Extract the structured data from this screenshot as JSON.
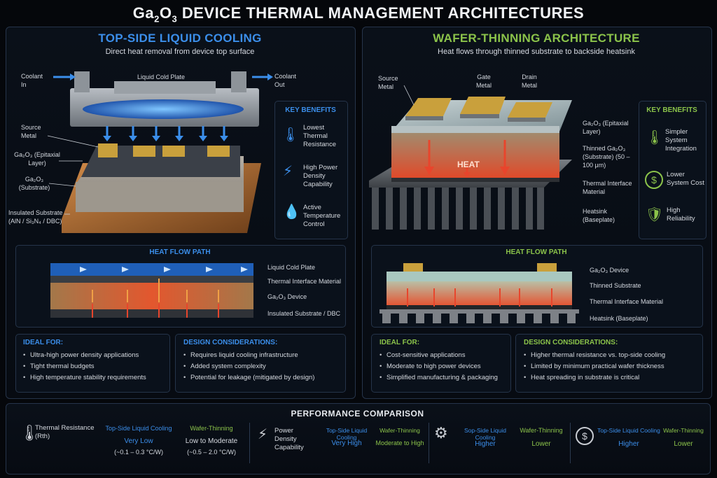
{
  "title_main": "Ga",
  "title_sub2": "2",
  "title_mid": "O",
  "title_sub3": "3",
  "title_rest": " DEVICE THERMAL MANAGEMENT ARCHITECTURES",
  "left": {
    "title": "TOP-SIDE LIQUID COOLING",
    "subtitle": "Direct heat removal from device top surface",
    "labels": {
      "coolant_in": "Coolant In",
      "liquid_cold_plate": "Liquid Cold Plate",
      "coolant_out": "Coolant Out",
      "source_metal": "Source Metal",
      "ga2o3_epi": "Ga₂O₃ (Epitaxial Layer)",
      "ga2o3_sub": "Ga₂O₃ (Substrate)",
      "insulated_substrate": "Insulated Substrate (AlN / Si₃N₄ / DBC)"
    },
    "benefits_title": "KEY BENEFITS",
    "benefits": [
      "Lowest Thermal Resistance",
      "High Power Density Capability",
      "Active Temperature Control"
    ],
    "heat_flow_title": "HEAT FLOW PATH",
    "heat_flow_labels": [
      "Liquid Cold Plate",
      "Thermal Interface Material",
      "Ga₂O₃ Device",
      "Insulated Substrate / DBC"
    ],
    "ideal_title": "IDEAL FOR:",
    "ideal": [
      "Ultra-high power density applications",
      "Tight thermal budgets",
      "High temperature stability requirements"
    ],
    "design_title": "DESIGN CONSIDERATIONS:",
    "design": [
      "Requires liquid cooling infrastructure",
      "Added system complexity",
      "Potential for leakage (mitigated by design)"
    ]
  },
  "right": {
    "title": "WAFER-THINNING ARCHITECTURE",
    "subtitle": "Heat flows through thinned substrate to backside heatsink",
    "labels": {
      "source_metal": "Source Metal",
      "gate_metal": "Gate Metal",
      "drain_metal": "Drain Metal",
      "ga2o3_epi": "Ga₂O₃ (Epitaxial Layer)",
      "thinned_sub": "Thinned Ga₂O₃ (Substrate) (50 – 100 μm)",
      "heat": "HEAT",
      "tim": "Thermal Interface Material",
      "heatsink": "Heatsink (Baseplate)"
    },
    "benefits_title": "KEY BENEFITS",
    "benefits": [
      "Simpler System Integration",
      "Lower System Cost",
      "High Reliability"
    ],
    "heat_flow_title": "HEAT FLOW PATH",
    "heat_flow_labels": [
      "Ga₂O₃ Device",
      "Thinned Substrate",
      "Thermal Interface Material",
      "Heatsink (Baseplate)"
    ],
    "ideal_title": "IDEAL FOR:",
    "ideal": [
      "Cost-sensitive applications",
      "Moderate to high power devices",
      "Simplified manufacturing & packaging"
    ],
    "design_title": "DESIGN CONSIDERATIONS:",
    "design": [
      "Higher thermal resistance vs. top-side cooling",
      "Limited by minimum practical wafer thickness",
      "Heat spreading in substrate is critical"
    ]
  },
  "comparison": {
    "title": "PERFORMANCE COMPARISON",
    "groups": [
      {
        "metric": "Thermal Resistance (Rth)",
        "a_label": "Top-Side Liquid Cooling",
        "a_value": "Very Low",
        "a_extra": "(~0.1 – 0.3 °C/W)",
        "b_label": "Wafer-Thinning",
        "b_value": "Low to Moderate",
        "b_extra": "(~0.5 – 2.0 °C/W)"
      },
      {
        "metric": "Power Density Capability",
        "a_label": "Top-Side Liquid Cooling",
        "a_value": "Very High",
        "b_label": "Wafer-Thinning",
        "b_value": "Moderate to High"
      },
      {
        "metric": "",
        "a_label": "Sop-Side Liquid Cooling",
        "a_value": "Higher",
        "b_label": "Wafer-Thinning",
        "b_value": "Lower"
      },
      {
        "metric": "",
        "a_label": "Top-Side Liquid Cooling",
        "a_value": "Higher",
        "b_label": "Wafer-Thinning",
        "b_value": "Lower"
      }
    ]
  },
  "colors": {
    "blue": "#3b8eea",
    "green": "#8bc34a",
    "heat": "#e8452c",
    "copper": "#b9763a",
    "gold": "#c9a03c"
  }
}
